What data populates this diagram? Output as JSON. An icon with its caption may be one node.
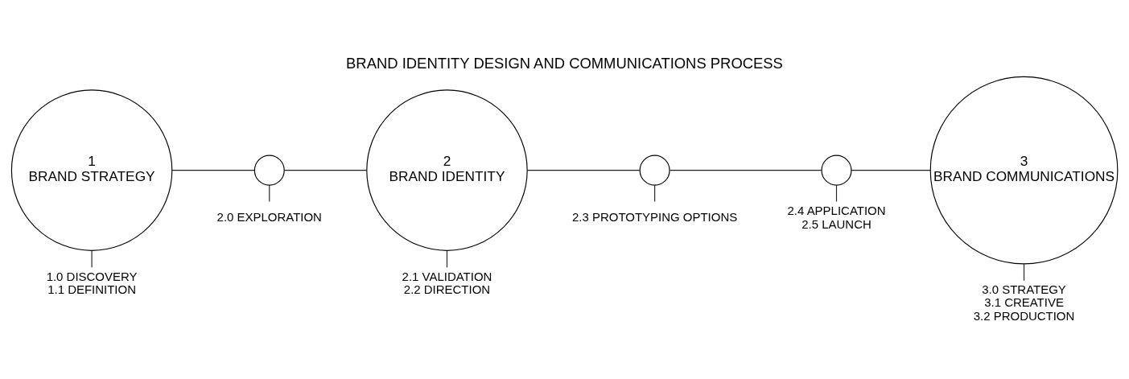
{
  "diagram": {
    "title": "BRAND IDENTITY DESIGN AND COMMUNICATIONS PROCESS",
    "nodes": [
      {
        "text": [
          "1",
          "BRAND STRATEGY"
        ]
      },
      {
        "text": [],
        "shape": "circle"
      },
      {
        "text": [
          "2",
          "BRAND IDENTITY"
        ]
      },
      {
        "text": [],
        "shape": "circle"
      },
      {
        "text": [],
        "shape": "circle"
      },
      {
        "text": [
          "3",
          "BRAND COMMUNICATIONS"
        ]
      },
      {
        "text": [
          "1.0 DISCOVERY",
          "1.1 DEFINITION"
        ]
      },
      {
        "text": [
          "2.0 EXPLORATION"
        ]
      },
      {
        "text": [
          "2.1 VALIDATION",
          "2.2 DIRECTION"
        ]
      },
      {
        "text": [
          "2.3 PROTOTYPING OPTIONS"
        ]
      },
      {
        "text": [
          "2.4 APPLICATION",
          "2.5 LAUNCH"
        ]
      },
      {
        "text": [
          "3.0 STRATEGY",
          "3.1 CREATIVE",
          "3.2 PRODUCTION"
        ]
      }
    ],
    "edges": [
      {
        "from": 0,
        "to": 1,
        "arrow": "none"
      },
      {
        "from": 1,
        "to": 2,
        "arrow": "none"
      },
      {
        "from": 2,
        "to": 3,
        "arrow": "none"
      },
      {
        "from": 3,
        "to": 4,
        "arrow": "none"
      },
      {
        "from": 4,
        "to": 5,
        "arrow": "none"
      },
      {
        "from": 6,
        "to": 0,
        "arrow": "none"
      },
      {
        "from": 7,
        "to": 1,
        "arrow": "none"
      },
      {
        "from": 8,
        "to": 2,
        "arrow": "none"
      },
      {
        "from": 9,
        "to": 3,
        "arrow": "none"
      },
      {
        "from": 10,
        "to": 4,
        "arrow": "none"
      },
      {
        "from": 11,
        "to": 5,
        "arrow": "none"
      }
    ]
  }
}
